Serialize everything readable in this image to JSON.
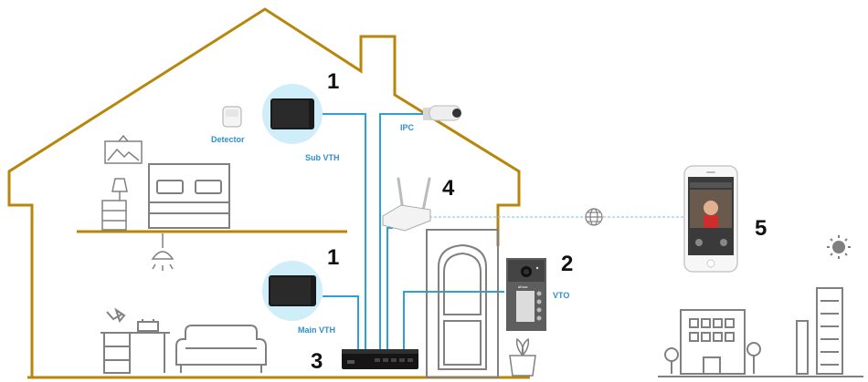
{
  "labels": {
    "detector": "Detector",
    "sub_vth": "Sub VTH",
    "main_vth": "Main VTH",
    "ipc": "IPC",
    "vto": "VTO",
    "vto_brand": "alhua"
  },
  "numbers": {
    "sub_vth": "1",
    "main_vth": "1",
    "switch": "3",
    "router": "4",
    "vto": "2",
    "phone": "5"
  },
  "colors": {
    "house_outline": "#b8860b",
    "cable": "#2f9fd8",
    "wireless": "#8fd0ee",
    "icon_gray": "#808080",
    "monitor_glow": "#cfeefa",
    "label_blue": "#2f8fd0"
  },
  "icons": [
    "detector-icon",
    "monitor-icon",
    "camera-icon",
    "router-icon",
    "switch-icon",
    "door-icon",
    "intercom-icon",
    "phone-icon",
    "globe-icon",
    "sun-icon",
    "building-icon",
    "bed-icon",
    "lamp-icon",
    "desk-icon",
    "sofa-icon",
    "picture-icon",
    "plant-icon",
    "tree-icon"
  ]
}
